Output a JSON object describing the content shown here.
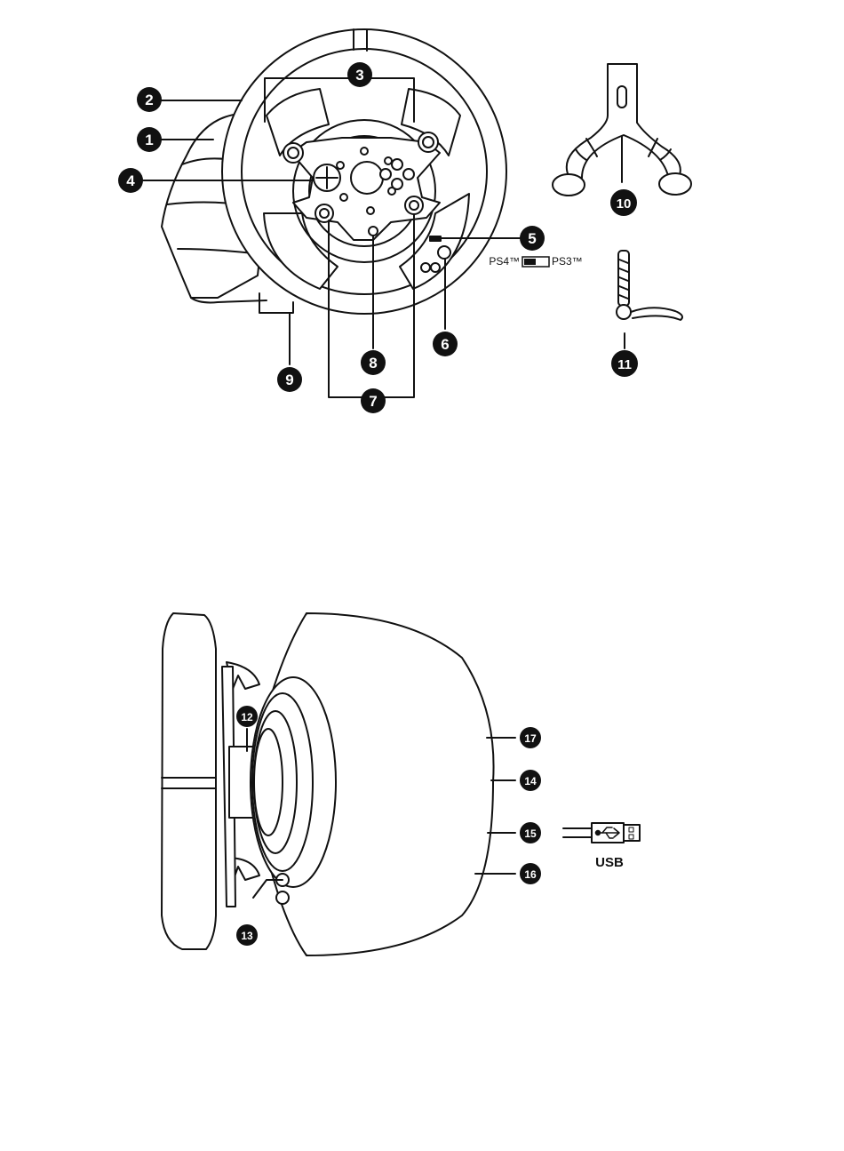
{
  "colors": {
    "ink": "#111111",
    "paper": "#ffffff"
  },
  "callouts": {
    "n1": "1",
    "n2": "2",
    "n3": "3",
    "n4": "4",
    "n5": "5",
    "n6": "6",
    "n7": "7",
    "n8": "8",
    "n9": "9",
    "n10": "10",
    "n11": "11",
    "n12": "12",
    "n13": "13",
    "n14": "14",
    "n15": "15",
    "n16": "16",
    "n17": "17"
  },
  "switch": {
    "left_label": "PS4™",
    "right_label": "PS3™"
  },
  "usb": {
    "label": "USB",
    "icon": "usb-icon"
  }
}
